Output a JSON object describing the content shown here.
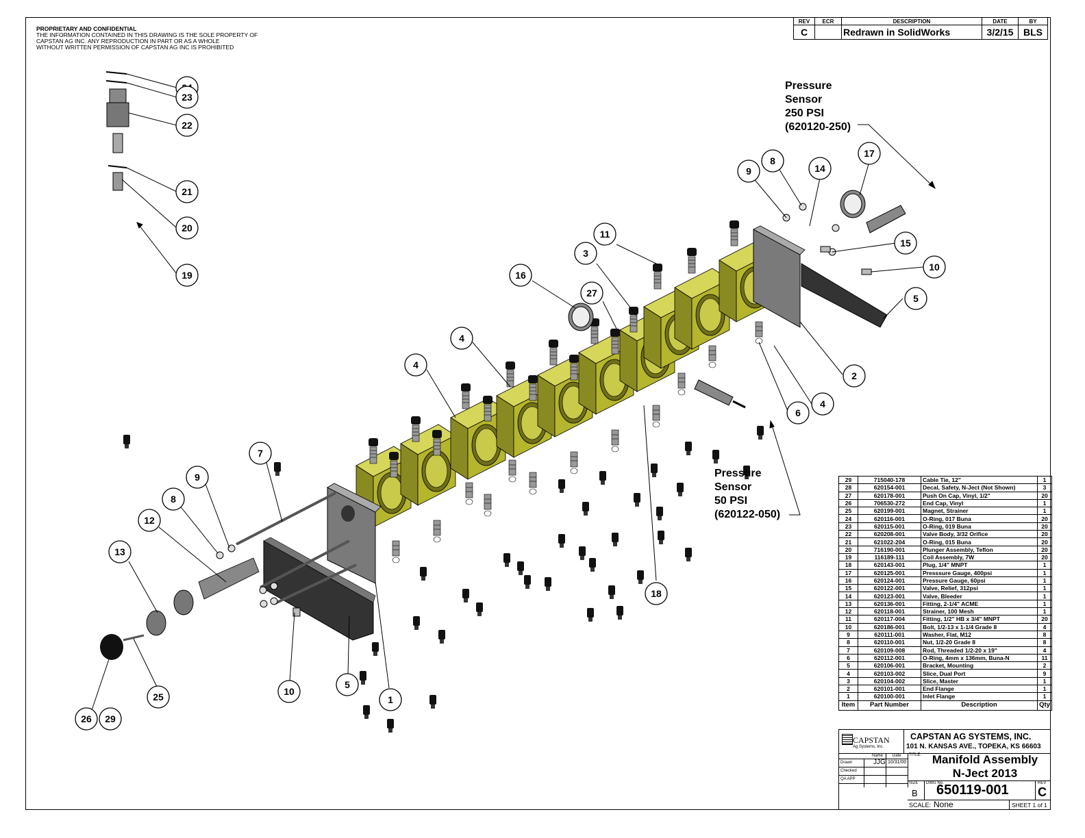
{
  "notice": {
    "heading": "PROPRIETARY AND CONFIDENTIAL",
    "lines": [
      "THE INFORMATION CONTAINED IN THIS DRAWING IS THE SOLE PROPERTY OF",
      "CAPSTAN AG INC. ANY REPRODUCTION IN PART OR AS A WHOLE",
      "WITHOUT WRITTEN PERMISSION OF CAPSTAN AG INC IS PROHIBITED"
    ]
  },
  "revision_block": {
    "headers": [
      "REV",
      "ECR",
      "DESCRIPTION",
      "DATE",
      "BY"
    ],
    "row": {
      "rev": "C",
      "ecr": "",
      "description": "Redrawn in SolidWorks",
      "date": "3/2/15",
      "by": "BLS"
    }
  },
  "callouts": {
    "sensor_250": [
      "Pressure",
      "Sensor",
      "250 PSI",
      "(620120-250)"
    ],
    "sensor_50": [
      "Pressure",
      "Sensor",
      "50 PSI",
      "(620122-050)"
    ]
  },
  "balloons": [
    "24",
    "23",
    "22",
    "21",
    "20",
    "19",
    "9",
    "8",
    "14",
    "17",
    "15",
    "10",
    "5",
    "11",
    "3",
    "16",
    "27",
    "2",
    "4",
    "6",
    "4",
    "4",
    "7",
    "9",
    "8",
    "12",
    "13",
    "25",
    "26",
    "29",
    "10",
    "5",
    "1",
    "18"
  ],
  "bom": {
    "headers": [
      "Item",
      "Part Number",
      "Description",
      "Qty"
    ],
    "rows": [
      {
        "item": "29",
        "part": "715040-178",
        "desc": "Cable Tie, 12\"",
        "qty": "1"
      },
      {
        "item": "28",
        "part": "620154-001",
        "desc": "Decal, Safety, N-Ject (Not Shown)",
        "qty": "3"
      },
      {
        "item": "27",
        "part": "620178-001",
        "desc": "Push On Cap, Vinyl, 1/2\"",
        "qty": "20"
      },
      {
        "item": "26",
        "part": "706530-272",
        "desc": "End Cap, Vinyl",
        "qty": "1"
      },
      {
        "item": "25",
        "part": "620199-001",
        "desc": "Magnet, Strainer",
        "qty": "1"
      },
      {
        "item": "24",
        "part": "620116-001",
        "desc": "O-Ring, 017 Buna",
        "qty": "20"
      },
      {
        "item": "23",
        "part": "620115-001",
        "desc": "O-Ring, 019 Buna",
        "qty": "20"
      },
      {
        "item": "22",
        "part": "620208-001",
        "desc": "Valve Body, 3/32 Orifice",
        "qty": "20"
      },
      {
        "item": "21",
        "part": "621022-204",
        "desc": "O-Ring, 015 Buna",
        "qty": "20"
      },
      {
        "item": "20",
        "part": "716190-001",
        "desc": "Plunger Assembly, Teflon",
        "qty": "20"
      },
      {
        "item": "19",
        "part": "116189-111",
        "desc": "Coil Assembly, 7W",
        "qty": "20"
      },
      {
        "item": "18",
        "part": "620143-001",
        "desc": "Plug, 1/4\" MNPT",
        "qty": "1"
      },
      {
        "item": "17",
        "part": "620125-001",
        "desc": "Presssure Gauge, 400psi",
        "qty": "1"
      },
      {
        "item": "16",
        "part": "620124-001",
        "desc": "Pressure Gauge, 60psi",
        "qty": "1"
      },
      {
        "item": "15",
        "part": "620122-001",
        "desc": "Valve, Relief, 312psi",
        "qty": "1"
      },
      {
        "item": "14",
        "part": "620123-001",
        "desc": "Valve, Bleeder",
        "qty": "1"
      },
      {
        "item": "13",
        "part": "620136-001",
        "desc": "Fitting, 2-1/4\" ACME",
        "qty": "1"
      },
      {
        "item": "12",
        "part": "620118-001",
        "desc": "Strainer, 100 Mesh",
        "qty": "1"
      },
      {
        "item": "11",
        "part": "620117-004",
        "desc": "Fitting, 1/2\" HB x 3/4\" MNPT",
        "qty": "20"
      },
      {
        "item": "10",
        "part": "620186-001",
        "desc": "Bolt, 1/2-13 x 1-1/4 Grade 8",
        "qty": "4"
      },
      {
        "item": "9",
        "part": "620111-001",
        "desc": "Washer, Flat, M12",
        "qty": "8"
      },
      {
        "item": "8",
        "part": "620110-001",
        "desc": "Nut, 1/2-20 Grade 8",
        "qty": "8"
      },
      {
        "item": "7",
        "part": "620109-008",
        "desc": "Rod, Threaded 1/2-20 x 19\"",
        "qty": "4"
      },
      {
        "item": "6",
        "part": "620112-001",
        "desc": "O-Ring, 4mm x 136mm, Buna-N",
        "qty": "11"
      },
      {
        "item": "5",
        "part": "620106-001",
        "desc": "Bracket, Mounting",
        "qty": "2"
      },
      {
        "item": "4",
        "part": "620103-002",
        "desc": "Slice, Dual Port",
        "qty": "9"
      },
      {
        "item": "3",
        "part": "620104-002",
        "desc": "Slice, Master",
        "qty": "1"
      },
      {
        "item": "2",
        "part": "620101-001",
        "desc": "End Flange",
        "qty": "1"
      },
      {
        "item": "1",
        "part": "620100-001",
        "desc": "Inlet Flange",
        "qty": "1"
      }
    ]
  },
  "title_block": {
    "company": "CAPSTAN AG SYSTEMS, INC.",
    "address": "101 N. KANSAS AVE., TOPEKA, KS 66603",
    "logo_text": "CAPSTAN",
    "logo_sub": "Ag Systems, Inc.",
    "name_label": "Name",
    "date_label": "Date",
    "drawn_label": "Drawn",
    "drawn_name": "JJG",
    "drawn_date": "10/31/00",
    "checked_label": "Checked",
    "qa_label": "QA APP",
    "title_label": "TITLE:",
    "title_line1": "Manifold Assembly",
    "title_line2": "N-Ject 2013",
    "size_label": "SIZE",
    "size": "B",
    "dwg_label": "DWG No.",
    "dwg_no": "650119-001",
    "rev_label": "REV",
    "rev": "C",
    "scale_label": "SCALE:",
    "scale": "None",
    "sheet": "SHEET 1 of 1"
  },
  "colors": {
    "slice": "#b5b52e",
    "slice_dark": "#6f6f18",
    "metal": "#8a8a8a",
    "black": "#111111"
  }
}
